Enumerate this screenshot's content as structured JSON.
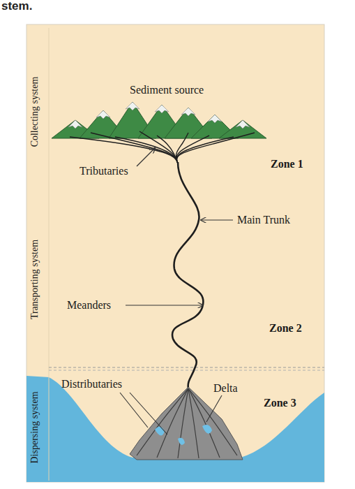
{
  "diagram": {
    "labels": [
      "stem.",
      "Collecting system",
      "Sediment source",
      "Tributaries",
      "Zone 1",
      "Main Trunk",
      "Transporting system",
      "Meanders",
      "Zone 2",
      "Distributaries",
      "Delta",
      "Zone 3",
      "Dispersing system"
    ]
  }
}
